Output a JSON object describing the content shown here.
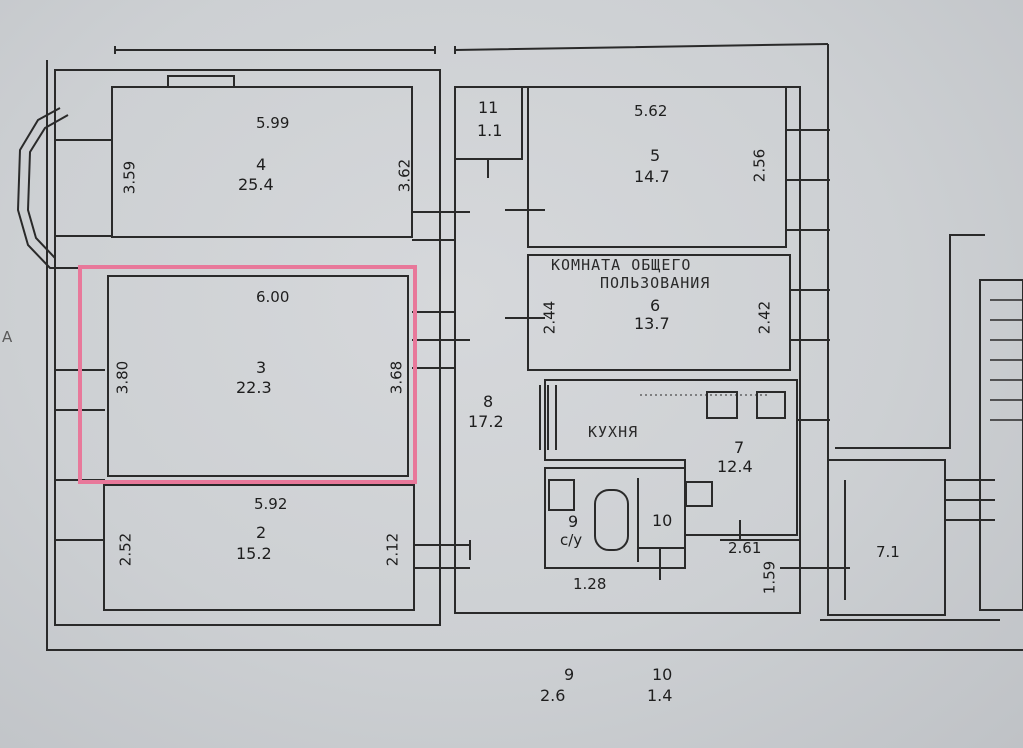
{
  "highlight_color": "#e8789a",
  "rooms": {
    "r4": {
      "num": "4",
      "area": "25.4",
      "width": "5.99",
      "left_side": "3.59",
      "right_side": "3.62"
    },
    "r3": {
      "num": "3",
      "area": "22.3",
      "width": "6.00",
      "left_side": "3.80",
      "right_side": "3.68"
    },
    "r2": {
      "num": "2",
      "area": "15.2",
      "width": "5.92",
      "left_side": "2.52",
      "right_side": "2.12"
    },
    "r11": {
      "num": "11",
      "area": "1.1"
    },
    "r5": {
      "num": "5",
      "area": "14.7",
      "width": "5.62",
      "right_side": "2.56"
    },
    "r6": {
      "num": "6",
      "area": "13.7",
      "left_side": "2.44",
      "right_side": "2.42",
      "caption_line1": "КОМНАТА ОБЩЕГО",
      "caption_line2": "ПОЛЬЗОВАНИЯ"
    },
    "r8": {
      "num": "8",
      "area": "17.2"
    },
    "r7": {
      "num": "7",
      "area": "12.4",
      "caption": "КУХНЯ",
      "dim": "2.61"
    },
    "r9": {
      "num": "9",
      "caption": "с/у",
      "width": "1.28"
    },
    "r10": {
      "num": "10"
    },
    "side_dim": "1.59",
    "stair": "7.1"
  },
  "bottom": {
    "r9": {
      "num": "9",
      "area": "2.6"
    },
    "r10": {
      "num": "10",
      "area": "1.4"
    }
  },
  "edge_letter": "A"
}
